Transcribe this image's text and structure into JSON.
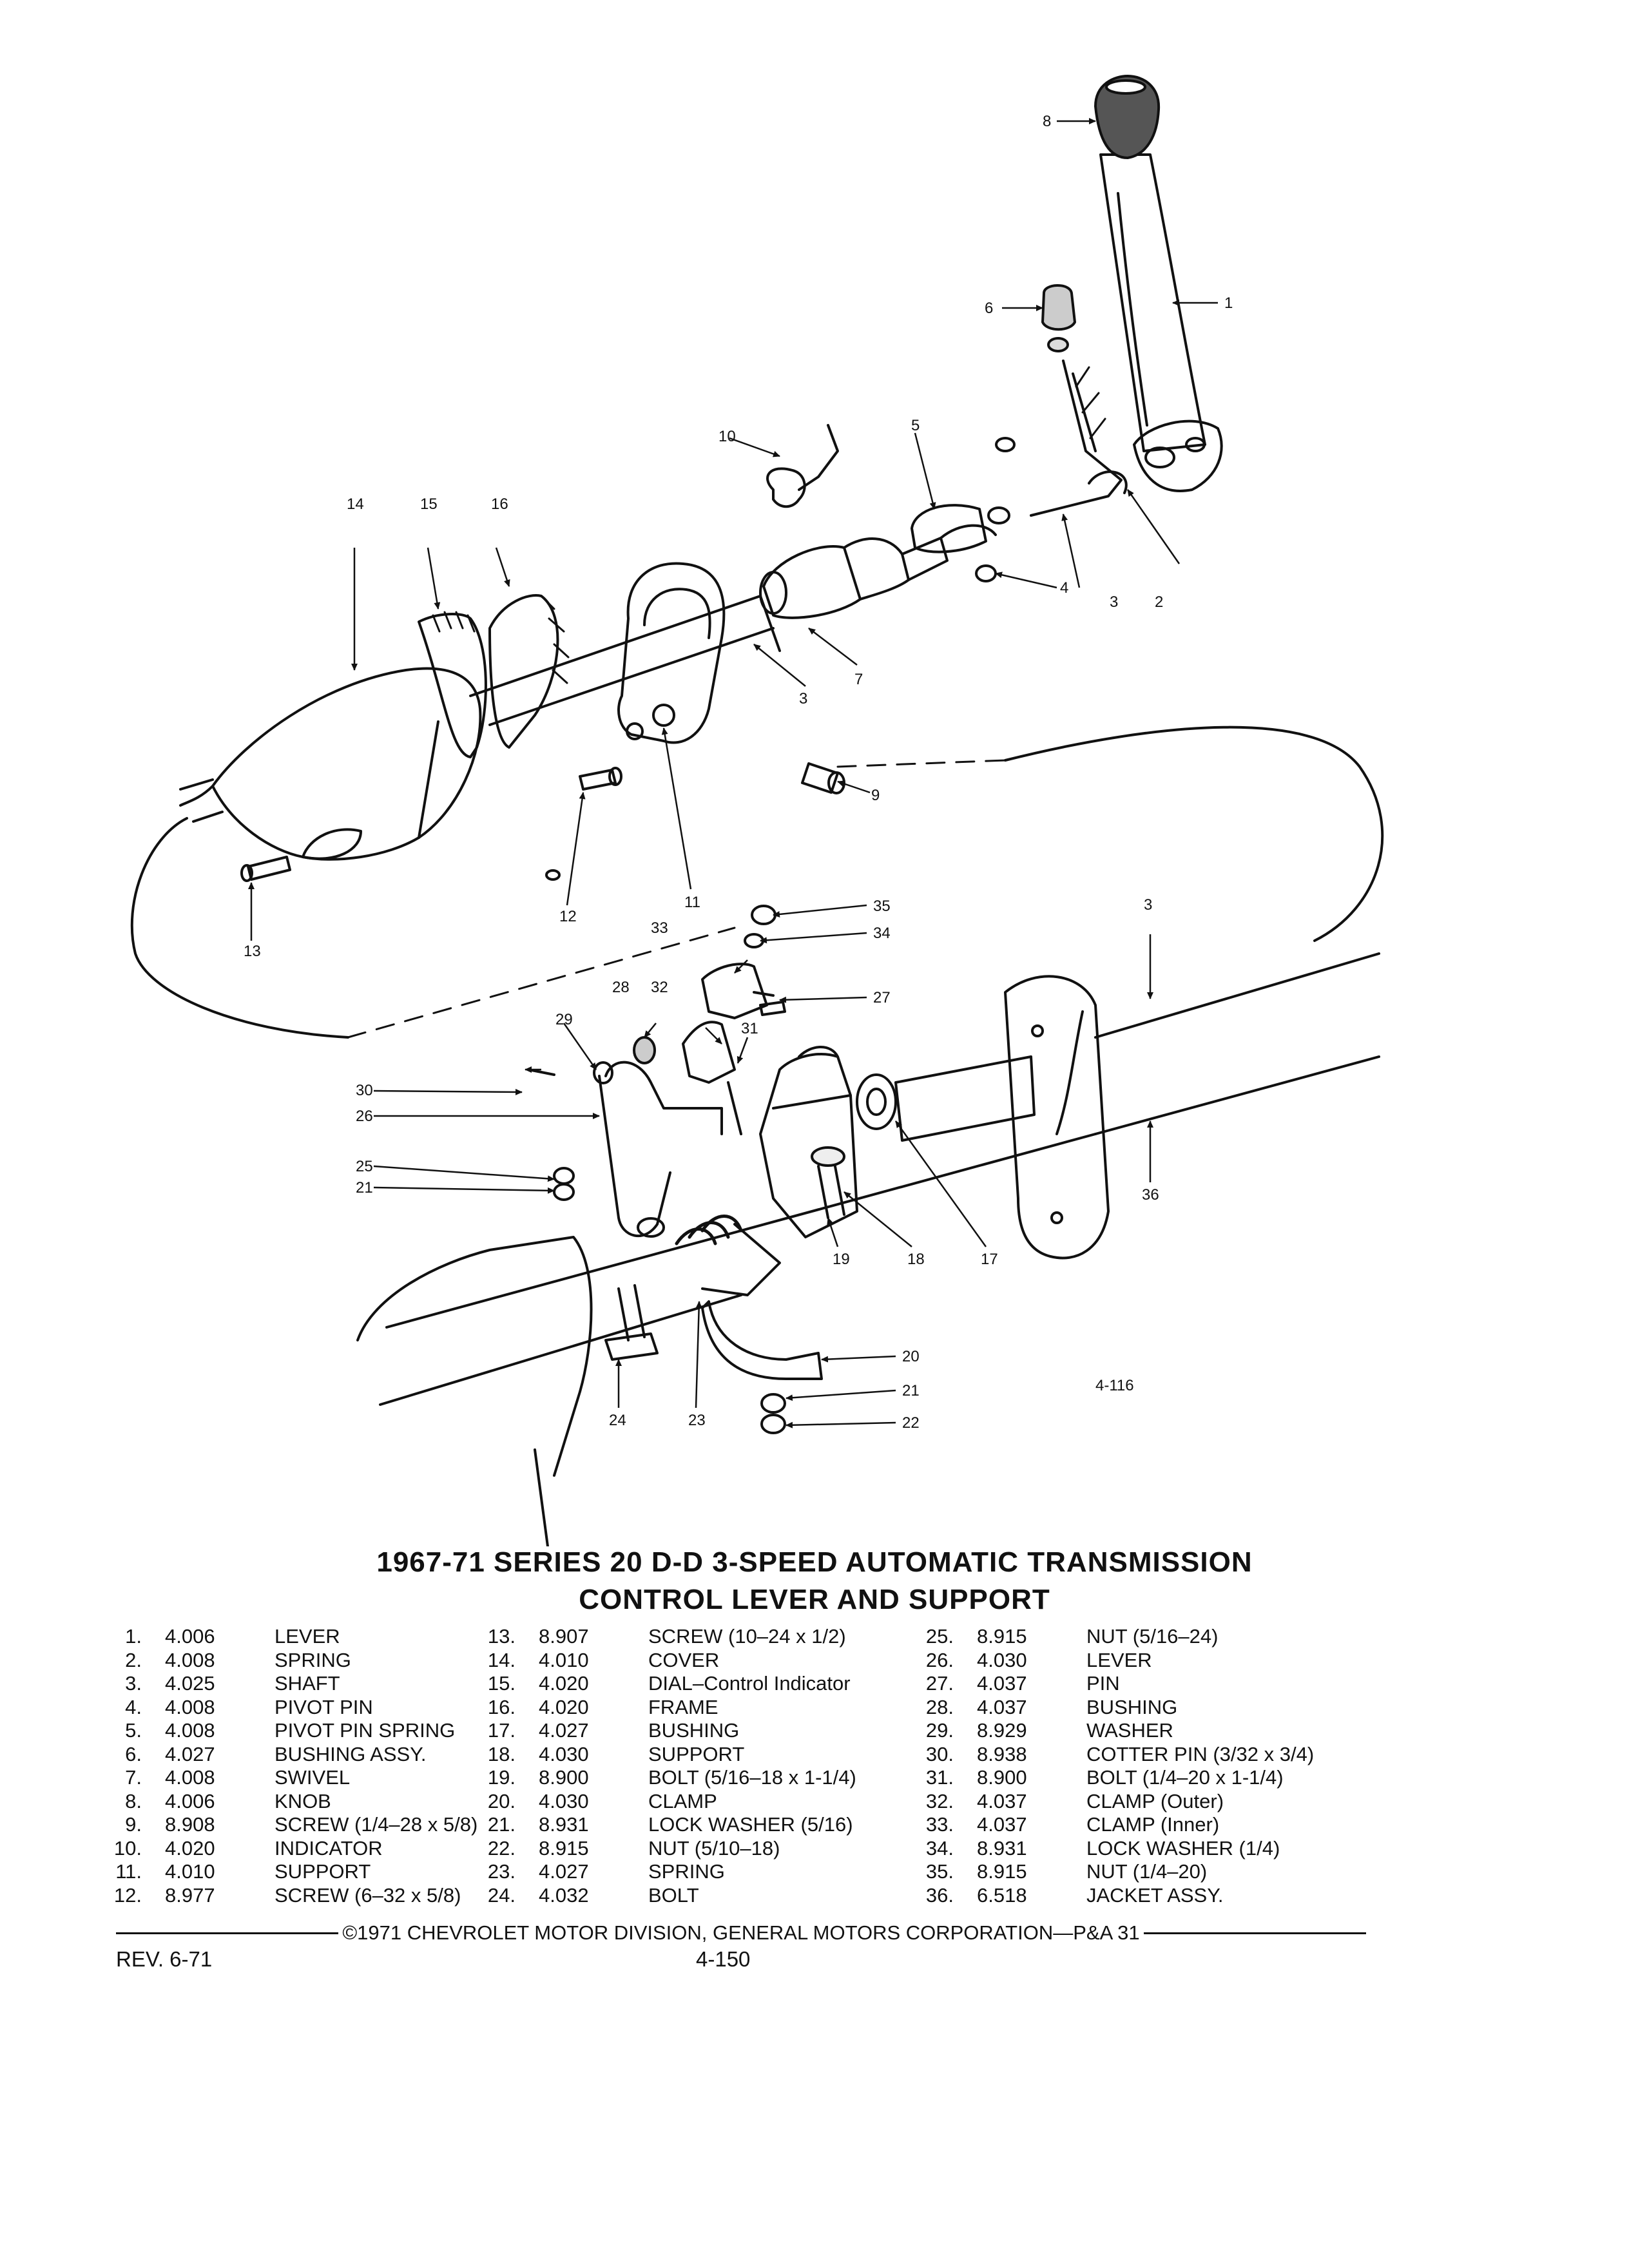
{
  "figure_id": "4-116",
  "title_line1": "1967-71 SERIES 20 D-D 3-SPEED AUTOMATIC TRANSMISSION",
  "title_line2": "CONTROL LEVER AND SUPPORT",
  "parts_col1": [
    {
      "no": "1.",
      "code": "4.006",
      "desc": "LEVER"
    },
    {
      "no": "2.",
      "code": "4.008",
      "desc": "SPRING"
    },
    {
      "no": "3.",
      "code": "4.025",
      "desc": "SHAFT"
    },
    {
      "no": "4.",
      "code": "4.008",
      "desc": "PIVOT PIN"
    },
    {
      "no": "5.",
      "code": "4.008",
      "desc": "PIVOT PIN SPRING"
    },
    {
      "no": "6.",
      "code": "4.027",
      "desc": "BUSHING ASSY."
    },
    {
      "no": "7.",
      "code": "4.008",
      "desc": "SWIVEL"
    },
    {
      "no": "8.",
      "code": "4.006",
      "desc": "KNOB"
    },
    {
      "no": "9.",
      "code": "8.908",
      "desc": "SCREW (1/4–28 x 5/8)"
    },
    {
      "no": "10.",
      "code": "4.020",
      "desc": "INDICATOR"
    },
    {
      "no": "11.",
      "code": "4.010",
      "desc": "SUPPORT"
    },
    {
      "no": "12.",
      "code": "8.977",
      "desc": "SCREW (6–32 x 5/8)"
    }
  ],
  "parts_col2": [
    {
      "no": "13.",
      "code": "8.907",
      "desc": "SCREW (10–24 x 1/2)"
    },
    {
      "no": "14.",
      "code": "4.010",
      "desc": "COVER"
    },
    {
      "no": "15.",
      "code": "4.020",
      "desc": "DIAL–Control Indicator"
    },
    {
      "no": "16.",
      "code": "4.020",
      "desc": "FRAME"
    },
    {
      "no": "17.",
      "code": "4.027",
      "desc": "BUSHING"
    },
    {
      "no": "18.",
      "code": "4.030",
      "desc": "SUPPORT"
    },
    {
      "no": "19.",
      "code": "8.900",
      "desc": "BOLT (5/16–18 x 1-1/4)"
    },
    {
      "no": "20.",
      "code": "4.030",
      "desc": "CLAMP"
    },
    {
      "no": "21.",
      "code": "8.931",
      "desc": "LOCK WASHER (5/16)"
    },
    {
      "no": "22.",
      "code": "8.915",
      "desc": "NUT (5/10–18)"
    },
    {
      "no": "23.",
      "code": "4.027",
      "desc": "SPRING"
    },
    {
      "no": "24.",
      "code": "4.032",
      "desc": "BOLT"
    }
  ],
  "parts_col3": [
    {
      "no": "25.",
      "code": "8.915",
      "desc": "NUT (5/16–24)"
    },
    {
      "no": "26.",
      "code": "4.030",
      "desc": "LEVER"
    },
    {
      "no": "27.",
      "code": "4.037",
      "desc": "PIN"
    },
    {
      "no": "28.",
      "code": "4.037",
      "desc": "BUSHING"
    },
    {
      "no": "29.",
      "code": "8.929",
      "desc": "WASHER"
    },
    {
      "no": "30.",
      "code": "8.938",
      "desc": "COTTER PIN (3/32 x 3/4)"
    },
    {
      "no": "31.",
      "code": "8.900",
      "desc": "BOLT (1/4–20 x 1-1/4)"
    },
    {
      "no": "32.",
      "code": "4.037",
      "desc": "CLAMP (Outer)"
    },
    {
      "no": "33.",
      "code": "4.037",
      "desc": "CLAMP (Inner)"
    },
    {
      "no": "34.",
      "code": "8.931",
      "desc": "LOCK WASHER (1/4)"
    },
    {
      "no": "35.",
      "code": "8.915",
      "desc": "NUT (1/4–20)"
    },
    {
      "no": "36.",
      "code": "6.518",
      "desc": "JACKET ASSY."
    }
  ],
  "footer_text": "©1971 CHEVROLET MOTOR DIVISION, GENERAL MOTORS CORPORATION—P&A 31",
  "revision": "REV. 6-71",
  "page_number": "4-150",
  "callouts": {
    "n1": "1",
    "n2": "2",
    "n3a": "3",
    "n3b": "3",
    "n3c": "3",
    "n4": "4",
    "n5": "5",
    "n6": "6",
    "n7": "7",
    "n8": "8",
    "n9": "9",
    "n10": "10",
    "n11": "11",
    "n12": "12",
    "n13": "13",
    "n14": "14",
    "n15": "15",
    "n16": "16",
    "n17": "17",
    "n18": "18",
    "n19": "19",
    "n20": "20",
    "n21a": "21",
    "n21b": "21",
    "n22": "22",
    "n23": "23",
    "n24": "24",
    "n25": "25",
    "n26": "26",
    "n27": "27",
    "n28": "28",
    "n29": "29",
    "n30": "30",
    "n31": "31",
    "n32": "32",
    "n33": "33",
    "n34": "34",
    "n35": "35",
    "n36": "36"
  }
}
